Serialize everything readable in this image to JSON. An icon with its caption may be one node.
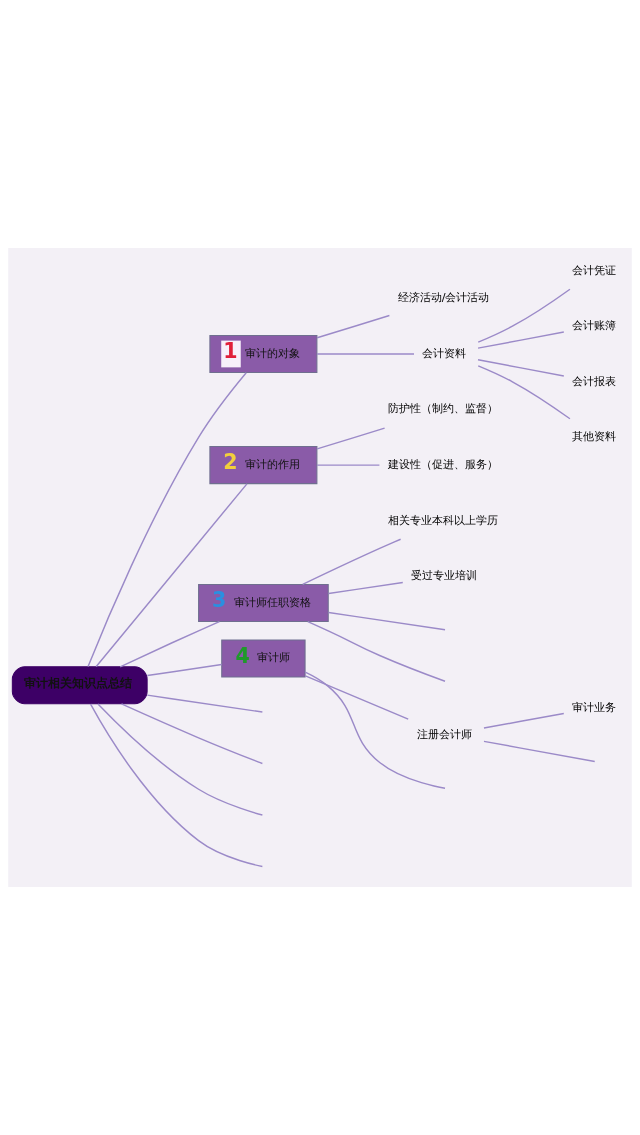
{
  "diagram": {
    "nodes": [
      {
        "text": [
          "审计相关知识点总结"
        ]
      },
      {
        "text": [
          "1",
          "审计的对象"
        ]
      },
      {
        "text": [
          "经济活动/会计活动"
        ]
      },
      {
        "text": [
          "会计资料"
        ]
      },
      {
        "text": [
          "会计凭证"
        ]
      },
      {
        "text": [
          "会计账簿"
        ]
      },
      {
        "text": [
          "会计报表"
        ]
      },
      {
        "text": [
          "其他资料"
        ]
      },
      {
        "text": [
          "2",
          "审计的作用"
        ]
      },
      {
        "text": [
          "防护性（制约、监督）"
        ]
      },
      {
        "text": [
          "建设性（促进、服务）"
        ]
      },
      {
        "text": [
          "3",
          "审计师任职资格"
        ]
      },
      {
        "text": [
          "相关专业本科以上学历"
        ]
      },
      {
        "text": [
          "受过专业培训"
        ]
      },
      {
        "text": [
          "4",
          "审计师"
        ]
      },
      {
        "text": [
          "注册会计师"
        ]
      },
      {
        "text": [
          "审计业务"
        ]
      }
    ],
    "edges": [
      {
        "from": 0,
        "to": 1,
        "arrow": "none"
      },
      {
        "from": 1,
        "to": 2,
        "arrow": "none"
      },
      {
        "from": 1,
        "to": 3,
        "arrow": "none"
      },
      {
        "from": 3,
        "to": 4,
        "arrow": "none"
      },
      {
        "from": 3,
        "to": 5,
        "arrow": "none"
      },
      {
        "from": 3,
        "to": 6,
        "arrow": "none"
      },
      {
        "from": 3,
        "to": 7,
        "arrow": "none"
      },
      {
        "from": 0,
        "to": 8,
        "arrow": "none"
      },
      {
        "from": 8,
        "to": 9,
        "arrow": "none"
      },
      {
        "from": 8,
        "to": 10,
        "arrow": "none"
      },
      {
        "from": 0,
        "to": 11,
        "arrow": "none"
      },
      {
        "from": 11,
        "to": 12,
        "arrow": "none"
      },
      {
        "from": 11,
        "to": 13,
        "arrow": "none"
      },
      {
        "from": 11,
        "to": null,
        "arrow": "none"
      },
      {
        "from": 11,
        "to": null,
        "arrow": "none"
      },
      {
        "from": 0,
        "to": 14,
        "arrow": "none"
      },
      {
        "from": 14,
        "to": 15,
        "arrow": "none"
      },
      {
        "from": 14,
        "to": null,
        "arrow": "none"
      },
      {
        "from": 15,
        "to": 16,
        "arrow": "none"
      },
      {
        "from": 15,
        "to": null,
        "arrow": "none"
      },
      {
        "from": 0,
        "to": null,
        "arrow": "none"
      },
      {
        "from": 0,
        "to": null,
        "arrow": "none"
      },
      {
        "from": 0,
        "to": null,
        "arrow": "none"
      },
      {
        "from": 0,
        "to": null,
        "arrow": "none"
      }
    ]
  }
}
